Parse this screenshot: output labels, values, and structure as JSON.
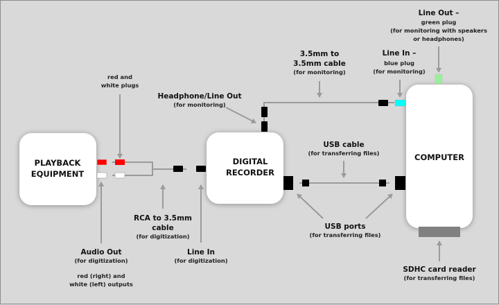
{
  "devices": {
    "playback": {
      "lines": [
        "PLAYBACK",
        "EQUIPMENT"
      ]
    },
    "recorder": {
      "lines": [
        "DIGITAL",
        "RECORDER"
      ]
    },
    "computer": {
      "lines": [
        "COMPUTER"
      ]
    }
  },
  "labels": {
    "red_white_plugs": {
      "lines": [
        "red and",
        "white plugs"
      ]
    },
    "headphone_out": {
      "title": "Headphone/Line Out",
      "sub": "(for monitoring)"
    },
    "mm_cable": {
      "title_lines": [
        "3.5mm to",
        "3.5mm cable"
      ],
      "sub": "(for monitoring)"
    },
    "line_in_blue": {
      "title": "Line In –",
      "sub_lines": [
        "blue plug",
        "(for monitoring)"
      ]
    },
    "line_out_green": {
      "title": "Line Out –",
      "sub_lines": [
        "green plug",
        "(for monitoring with speakers",
        "or headphones)"
      ]
    },
    "usb_cable": {
      "title": "USB cable",
      "sub": "(for transferring files)"
    },
    "rca_cable": {
      "title_lines": [
        "RCA to 3.5mm",
        "cable"
      ],
      "sub": "(for digitization)"
    },
    "line_in": {
      "title": "Line In",
      "sub": "(for digitization)"
    },
    "audio_out": {
      "title": "Audio Out",
      "sub": "(for digitization)",
      "note_lines": [
        "red (right) and",
        "white (left) outputs"
      ]
    },
    "usb_ports": {
      "title": "USB ports",
      "sub": "(for transferring files)"
    },
    "sdhc": {
      "title": "SDHC card reader",
      "sub": "(for transferring files)"
    }
  },
  "colors": {
    "background": "#d9d9d9",
    "device_fill": "#ffffff",
    "red_plug": "#ff0000",
    "white_plug": "#ffffff",
    "black_plug": "#000000",
    "blue_plug": "#00ffff",
    "green_plug": "#99f099",
    "card_reader": "#808080",
    "arrow": "#9a9a9a"
  }
}
